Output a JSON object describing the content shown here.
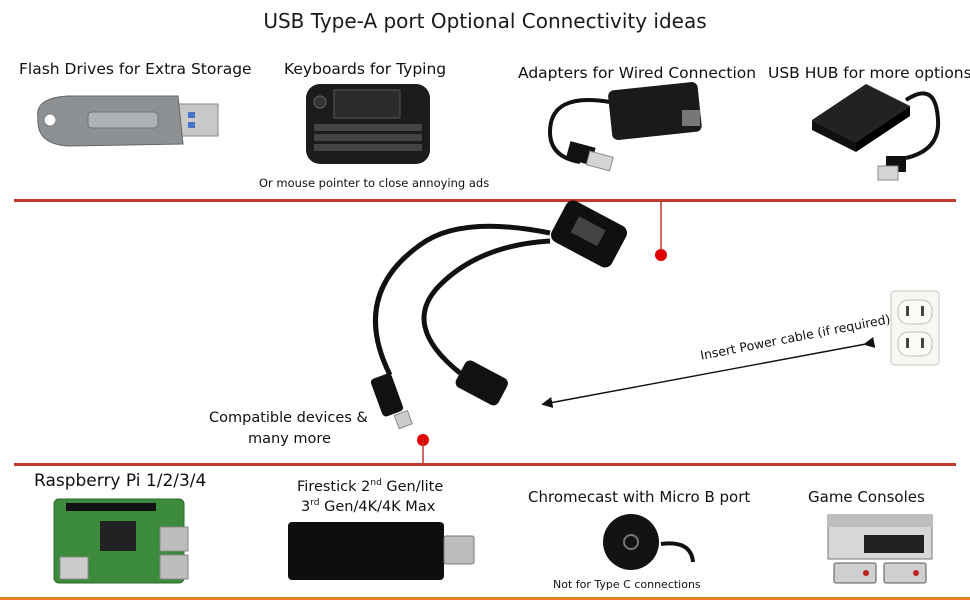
{
  "title": "USB Type-A port Optional Connectivity ideas",
  "top_items": [
    {
      "label": "Flash Drives for Extra Storage"
    },
    {
      "label": "Keyboards for Typing",
      "note": "Or mouse pointer to close annoying ads"
    },
    {
      "label": "Adapters for Wired Connection"
    },
    {
      "label": "USB HUB for more options"
    }
  ],
  "middle": {
    "compatible_line1": "Compatible devices &",
    "compatible_line2": "many more",
    "power_note": "Insert Power cable (if required)"
  },
  "bottom_items": [
    {
      "label": "Raspberry Pi  1/2/3/4"
    },
    {
      "label_a1": "Firestick 2",
      "sup_a": "nd",
      "label_a2": " Gen/lite",
      "label_b1": "3",
      "sup_b": "rd",
      "label_b2": " Gen/4K/4K Max"
    },
    {
      "label": "Chromecast with Micro B port",
      "note": "Not for Type C connections"
    },
    {
      "label": "Game Consoles"
    }
  ],
  "colors": {
    "divider": "#c0392b",
    "bottom_line": "#e67e22"
  }
}
